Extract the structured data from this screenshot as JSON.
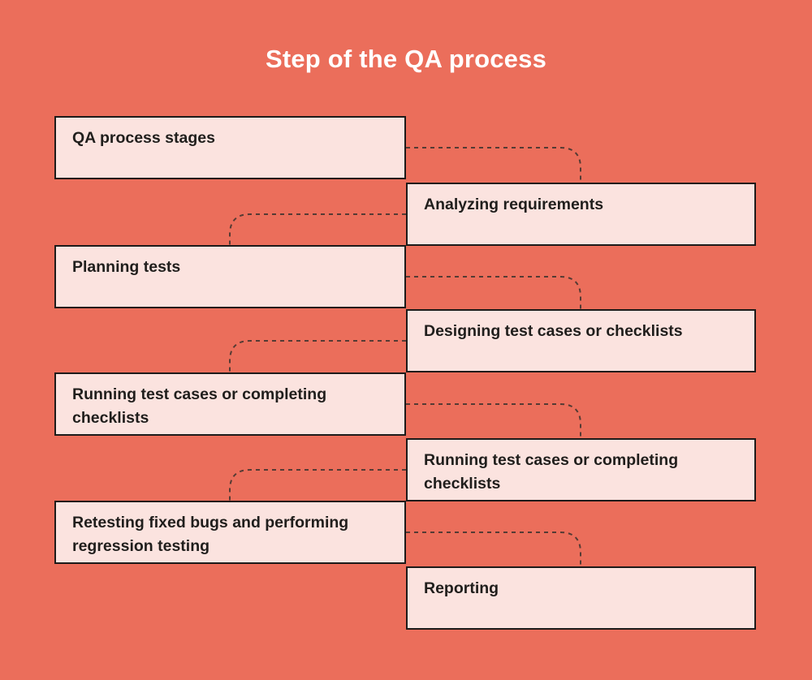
{
  "title": "Step of the QA process",
  "boxes": [
    {
      "label": "QA process stages",
      "side": "left"
    },
    {
      "label": "Analyzing requirements",
      "side": "right"
    },
    {
      "label": "Planning tests",
      "side": "left"
    },
    {
      "label": "Designing test cases or checklists",
      "side": "right"
    },
    {
      "label": "Running test cases or completing checklists",
      "side": "left"
    },
    {
      "label": "Running test cases or completing checklists",
      "side": "right"
    },
    {
      "label": "Retesting fixed bugs and performing regression testing",
      "side": "left"
    },
    {
      "label": "Reporting",
      "side": "right"
    }
  ],
  "colors": {
    "background": "#EB6E5B",
    "box_fill": "#FBE3DF",
    "box_border": "#1D1B1A",
    "box_text": "#201E1C",
    "title_text": "#FFFFFF",
    "connector_dash": "#553B34"
  }
}
